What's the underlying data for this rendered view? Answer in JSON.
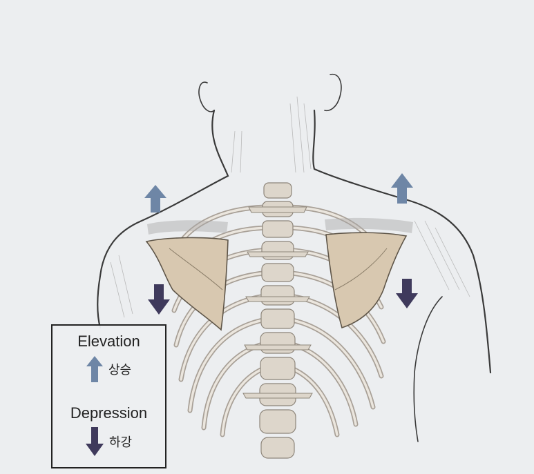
{
  "legend": {
    "elevation": {
      "label": "Elevation",
      "korean": "상승",
      "icon": "arrow-up-icon",
      "color": "#6e86a6"
    },
    "depression": {
      "label": "Depression",
      "korean": "하강",
      "icon": "arrow-down-icon",
      "color": "#3f3a5c"
    }
  },
  "colors": {
    "background": "#eceef0",
    "scapula": "#d8c8b0",
    "bone": "#ddd6cb",
    "outline": "#3a3a3a"
  }
}
